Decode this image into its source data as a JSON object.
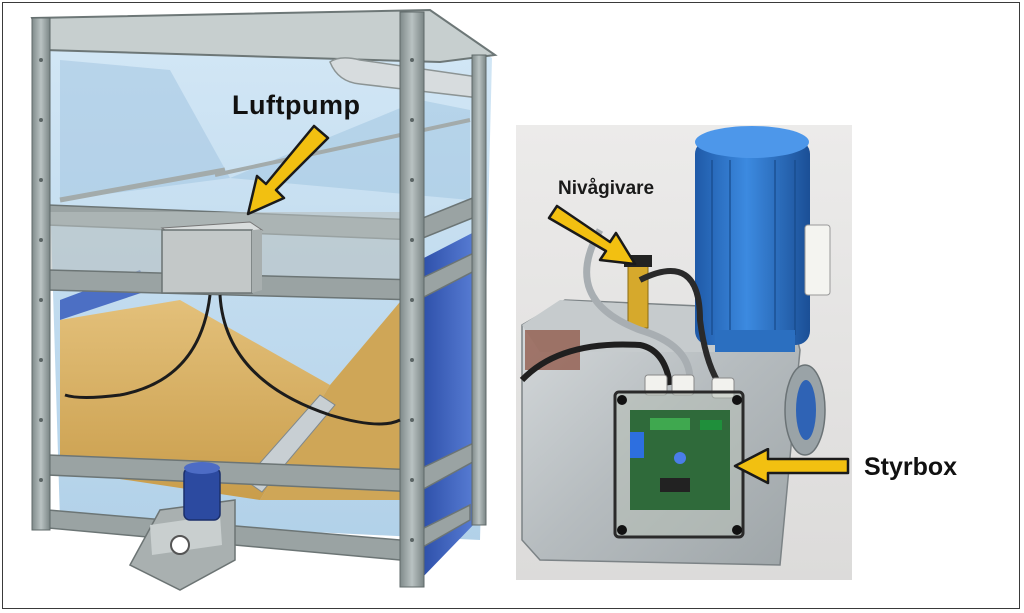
{
  "labels": {
    "luftpump": "Luftpump",
    "nivagivare": "Nivågivare",
    "styrbox": "Styrbox"
  },
  "colors": {
    "arrow_fill": "#f2c011",
    "arrow_stroke": "#1a1a1a",
    "frame_metal": "#8f9a9a",
    "glass_tint": "#b9d8ee",
    "grain": "#d9b266",
    "motor_blue": "#2f77c8",
    "side_panel_blue": "#3d5fb8"
  }
}
